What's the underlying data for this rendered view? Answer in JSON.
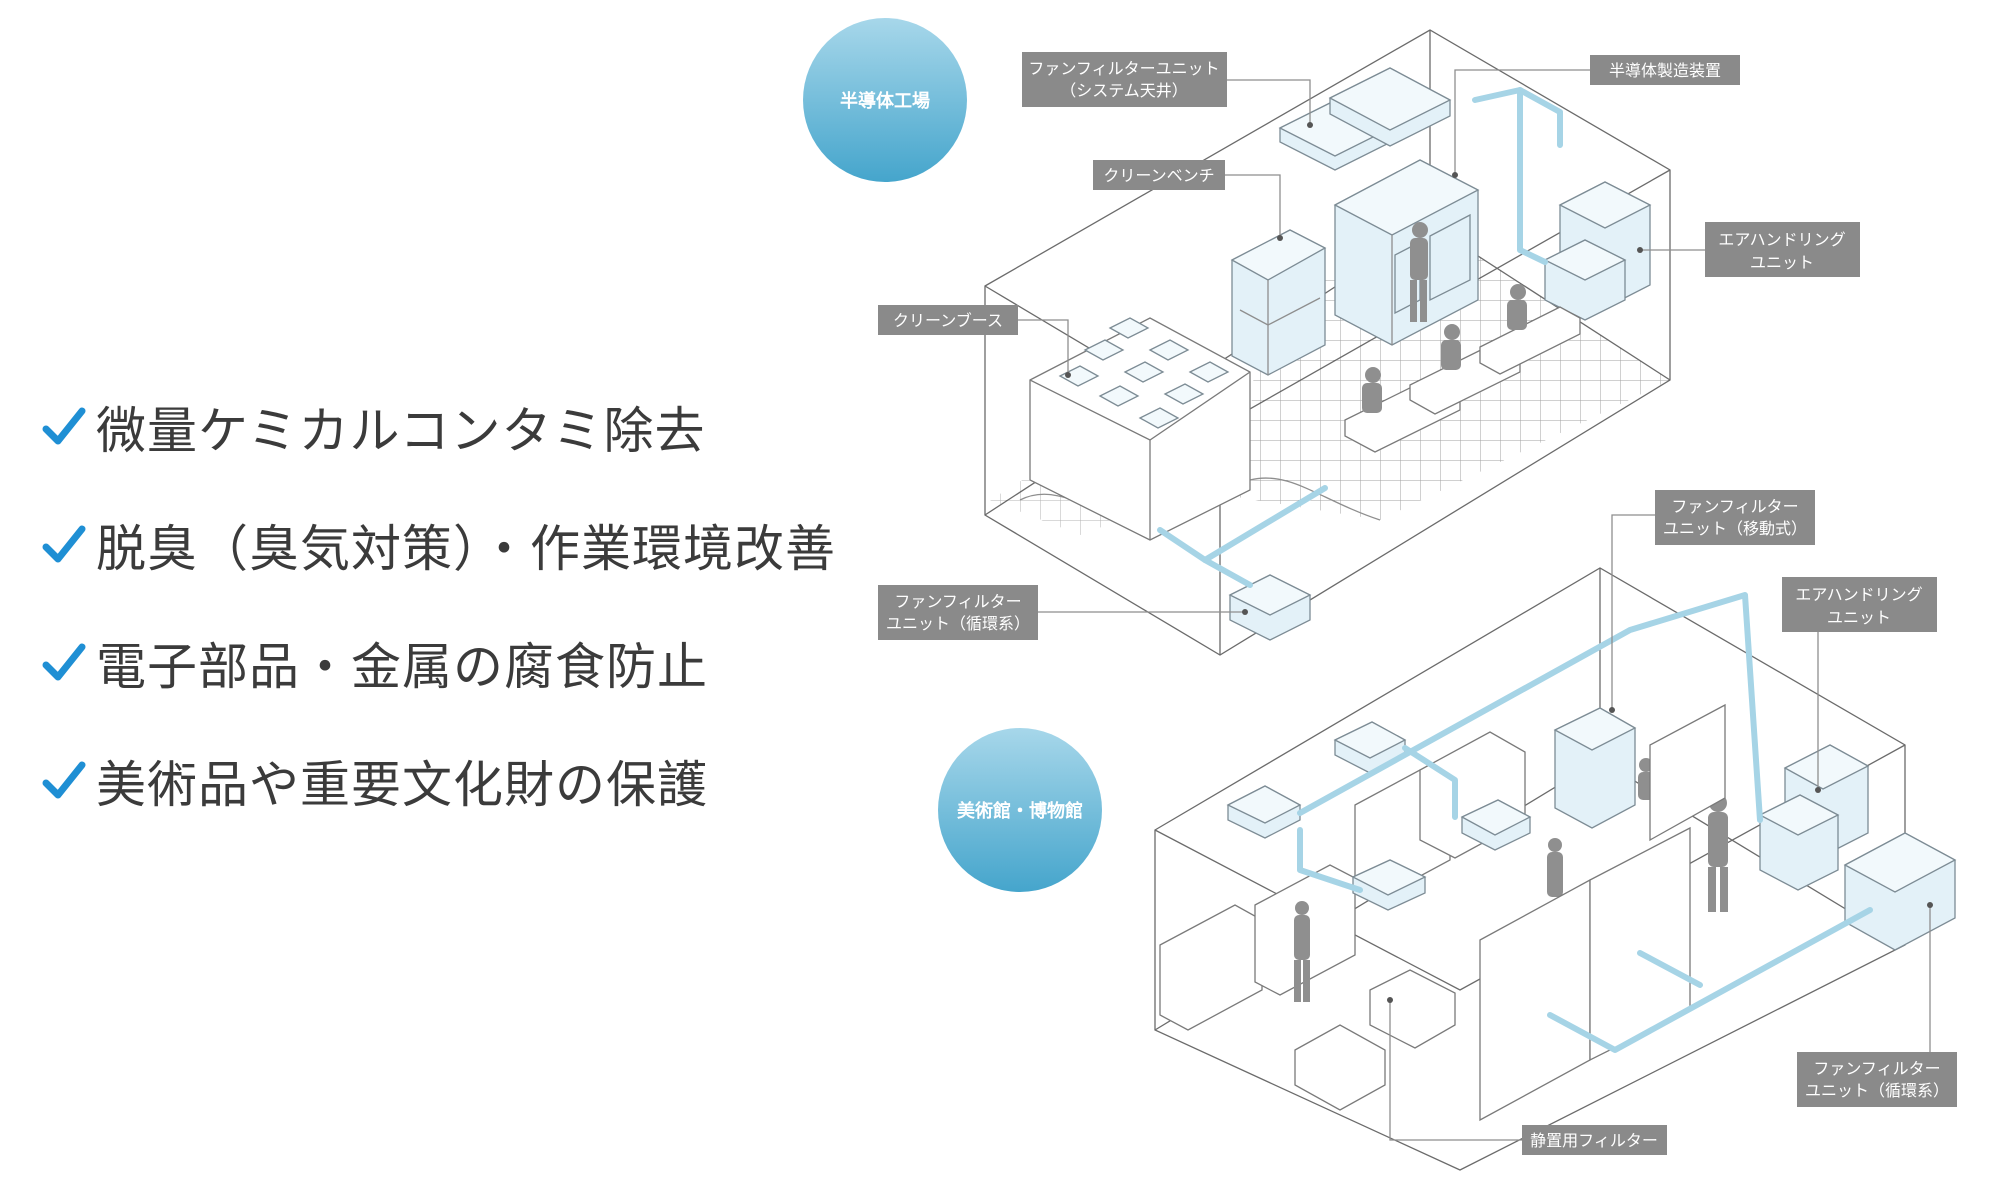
{
  "benefits": [
    "微量ケミカルコンタミ除去",
    "脱臭（臭気対策）・作業環境改善",
    "電子部品・金属の腐食防止",
    "美術品や重要文化財の保護"
  ],
  "colors": {
    "check": "#1f8fd4",
    "circle_top": "#a7d7ea",
    "circle_bottom": "#45a5cc",
    "label_bg": "#8a8a8a",
    "duct": "#a6d4e6",
    "equipment": "#e3f1f8"
  },
  "scenes": {
    "semiconductor": {
      "title": "半導体工場",
      "labels": {
        "ffu_ceiling_1": "ファンフィルターユニット",
        "ffu_ceiling_2": "（システム天井）",
        "equipment": "半導体製造装置",
        "clean_bench": "クリーンベンチ",
        "ahu_1": "エアハンドリング",
        "ahu_2": "ユニット",
        "clean_booth": "クリーンブース",
        "ffu_circ_1": "ファンフィルター",
        "ffu_circ_2": "ユニット（循環系）"
      }
    },
    "museum": {
      "title": "美術館・博物館",
      "labels": {
        "ffu_mobile_1": "ファンフィルター",
        "ffu_mobile_2": "ユニット（移動式）",
        "ahu_1": "エアハンドリング",
        "ahu_2": "ユニット",
        "ffu_circ_1": "ファンフィルター",
        "ffu_circ_2": "ユニット（循環系）",
        "static_filter": "静置用フィルター"
      }
    }
  }
}
